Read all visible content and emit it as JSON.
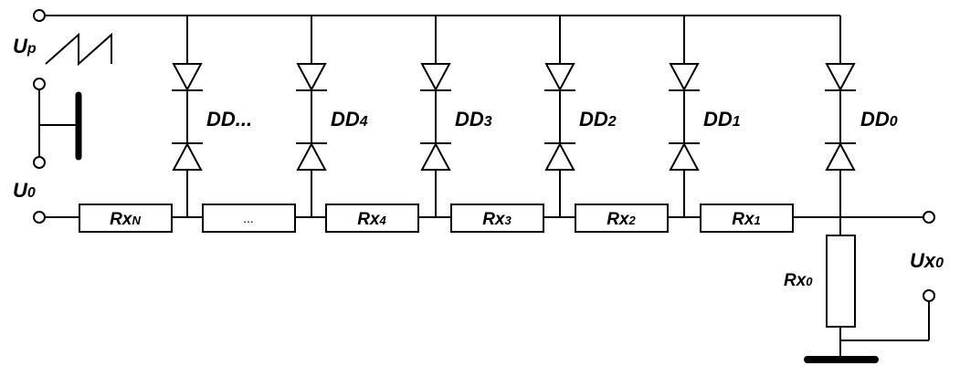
{
  "terminals": {
    "up": {
      "main": "U",
      "suffix": "p"
    },
    "u0": {
      "main": "U",
      "suffix": "0"
    },
    "ux0": {
      "main": "Ux",
      "suffix": "0"
    }
  },
  "resistors": [
    {
      "main": "Rx",
      "suffix": "N"
    },
    {
      "main": "...",
      "suffix": ""
    },
    {
      "main": "Rx",
      "suffix": "4"
    },
    {
      "main": "Rx",
      "suffix": "3"
    },
    {
      "main": "Rx",
      "suffix": "2"
    },
    {
      "main": "Rx",
      "suffix": "1"
    }
  ],
  "load_resistor": {
    "main": "Rx",
    "suffix": "0"
  },
  "diodes": [
    {
      "main": "DD",
      "suffix": "..."
    },
    {
      "main": "DD",
      "suffix": "4"
    },
    {
      "main": "DD",
      "suffix": "3"
    },
    {
      "main": "DD",
      "suffix": "2"
    },
    {
      "main": "DD",
      "suffix": "1"
    },
    {
      "main": "DD",
      "suffix": "0"
    }
  ]
}
